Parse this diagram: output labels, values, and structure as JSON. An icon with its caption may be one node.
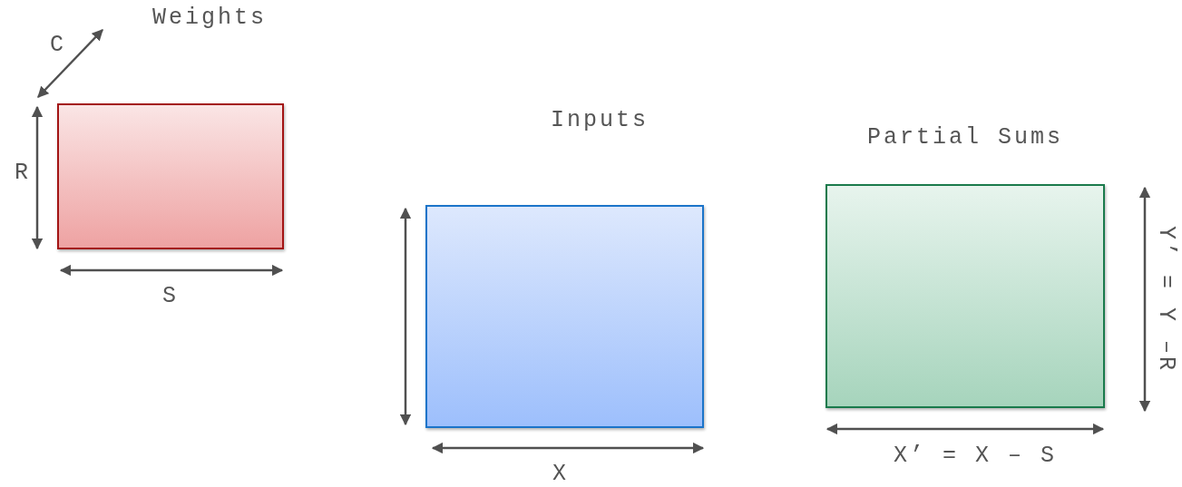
{
  "diagram": {
    "nodes": [
      {
        "text": [
          "Weights"
        ]
      },
      {
        "text": [
          "Inputs"
        ]
      },
      {
        "text": [
          "Partial Sums"
        ]
      }
    ],
    "labels": [
      "C",
      "R",
      "S",
      "X",
      "X’ = X – S",
      "Y’ = Y –R"
    ]
  }
}
